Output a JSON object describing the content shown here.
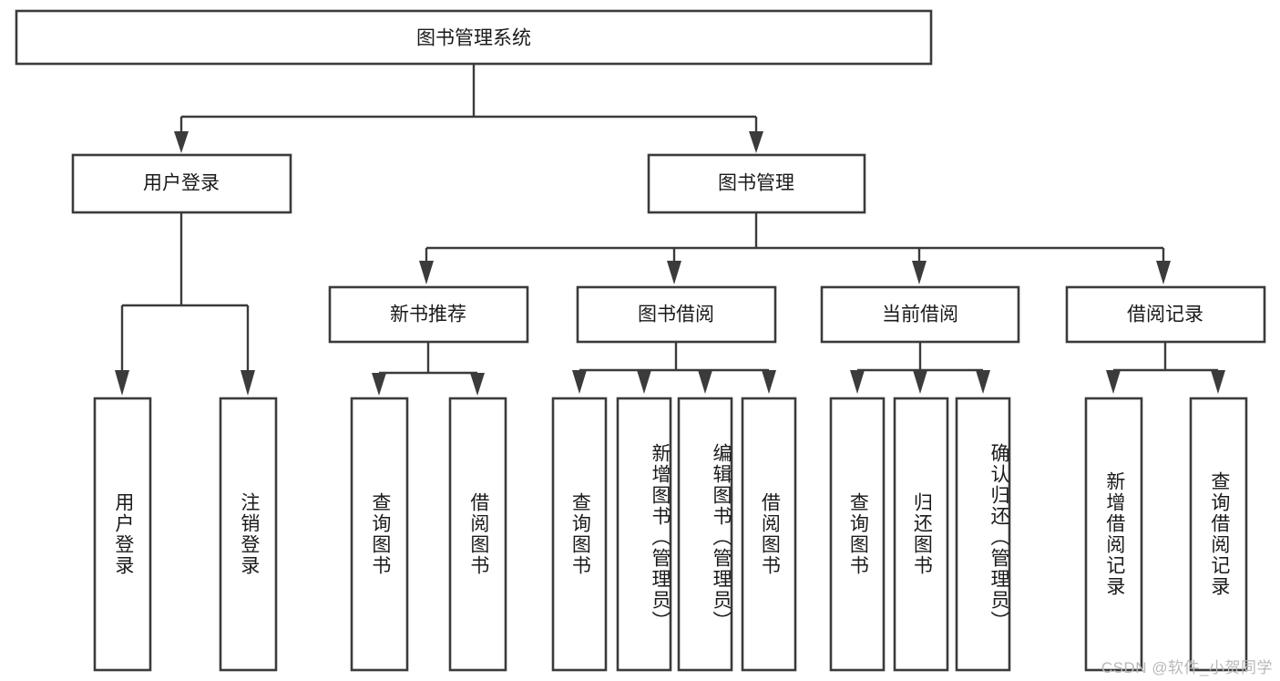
{
  "diagram": {
    "type": "org-chart",
    "title": "图书管理系统",
    "watermark": "CSDN @软件_小贺同学",
    "colors": {
      "box_stroke": "#3b3b3b",
      "box_fill": "#ffffff",
      "connector": "#3b3b3b",
      "text": "#1a1a1a",
      "watermark": "#b9b9b9",
      "background": "#ffffff"
    },
    "root": {
      "label": "图书管理系统"
    },
    "level2": [
      {
        "label": "用户登录"
      },
      {
        "label": "图书管理"
      }
    ],
    "level3": [
      {
        "label": "新书推荐"
      },
      {
        "label": "图书借阅"
      },
      {
        "label": "当前借阅"
      },
      {
        "label": "借阅记录"
      }
    ],
    "leaves": {
      "user_login": [
        {
          "label": "用户登录"
        },
        {
          "label": "注销登录"
        }
      ],
      "new_book_recommend": [
        {
          "label": "查询图书"
        },
        {
          "label": "借阅图书"
        }
      ],
      "book_borrow": [
        {
          "label": "查询图书"
        },
        {
          "label": "新增图书（管理员）"
        },
        {
          "label": "编辑图书（管理员）"
        },
        {
          "label": "借阅图书"
        }
      ],
      "current_borrow": [
        {
          "label": "查询图书"
        },
        {
          "label": "归还图书"
        },
        {
          "label": "确认归还（管理员）"
        }
      ],
      "borrow_record": [
        {
          "label": "新增借阅记录"
        },
        {
          "label": "查询借阅记录"
        }
      ]
    }
  }
}
